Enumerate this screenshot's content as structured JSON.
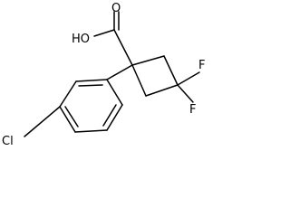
{
  "molecule": {
    "labels": {
      "acid": "HO",
      "carbonyl_oxygen": "O",
      "fluorine_upper": "F",
      "fluorine_lower": "F",
      "chlorine": "Cl"
    }
  }
}
